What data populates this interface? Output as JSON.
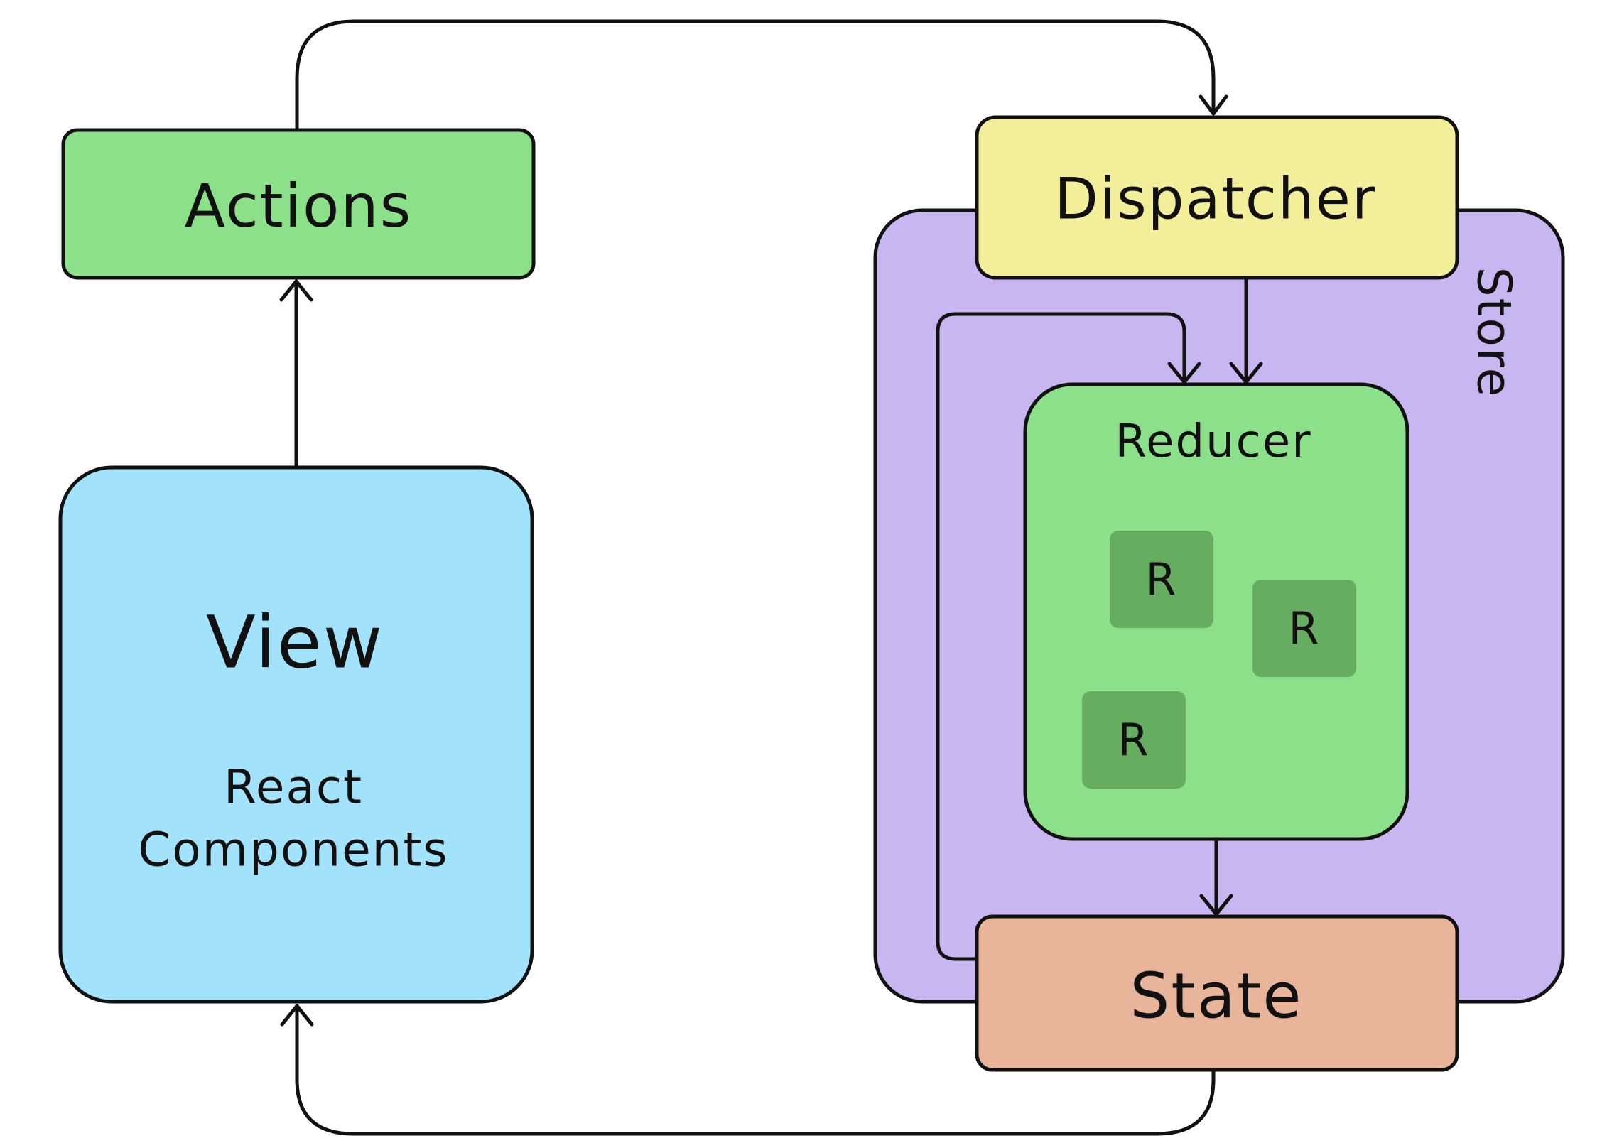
{
  "nodes": {
    "actions": {
      "label": "Actions",
      "color": "#8ce08a"
    },
    "view": {
      "label": "View",
      "sublabel_line1": "React",
      "sublabel_line2": "Components",
      "color": "#a2e2fa"
    },
    "store": {
      "label": "Store",
      "color": "#c7b6f0"
    },
    "dispatcher": {
      "label": "Dispatcher",
      "color": "#f2ee9a"
    },
    "reducer": {
      "label": "Reducer",
      "color": "#8ce08a"
    },
    "sub_reducers": [
      {
        "label": "R",
        "color": "#66ad62"
      },
      {
        "label": "R",
        "color": "#66ad62"
      },
      {
        "label": "R",
        "color": "#66ad62"
      }
    ],
    "state": {
      "label": "State",
      "color": "#e8b59b"
    }
  },
  "edges": [
    {
      "from": "view",
      "to": "actions"
    },
    {
      "from": "actions",
      "to": "dispatcher"
    },
    {
      "from": "dispatcher",
      "to": "reducer"
    },
    {
      "from": "state",
      "to": "reducer"
    },
    {
      "from": "reducer",
      "to": "state"
    },
    {
      "from": "state",
      "to": "view"
    }
  ]
}
